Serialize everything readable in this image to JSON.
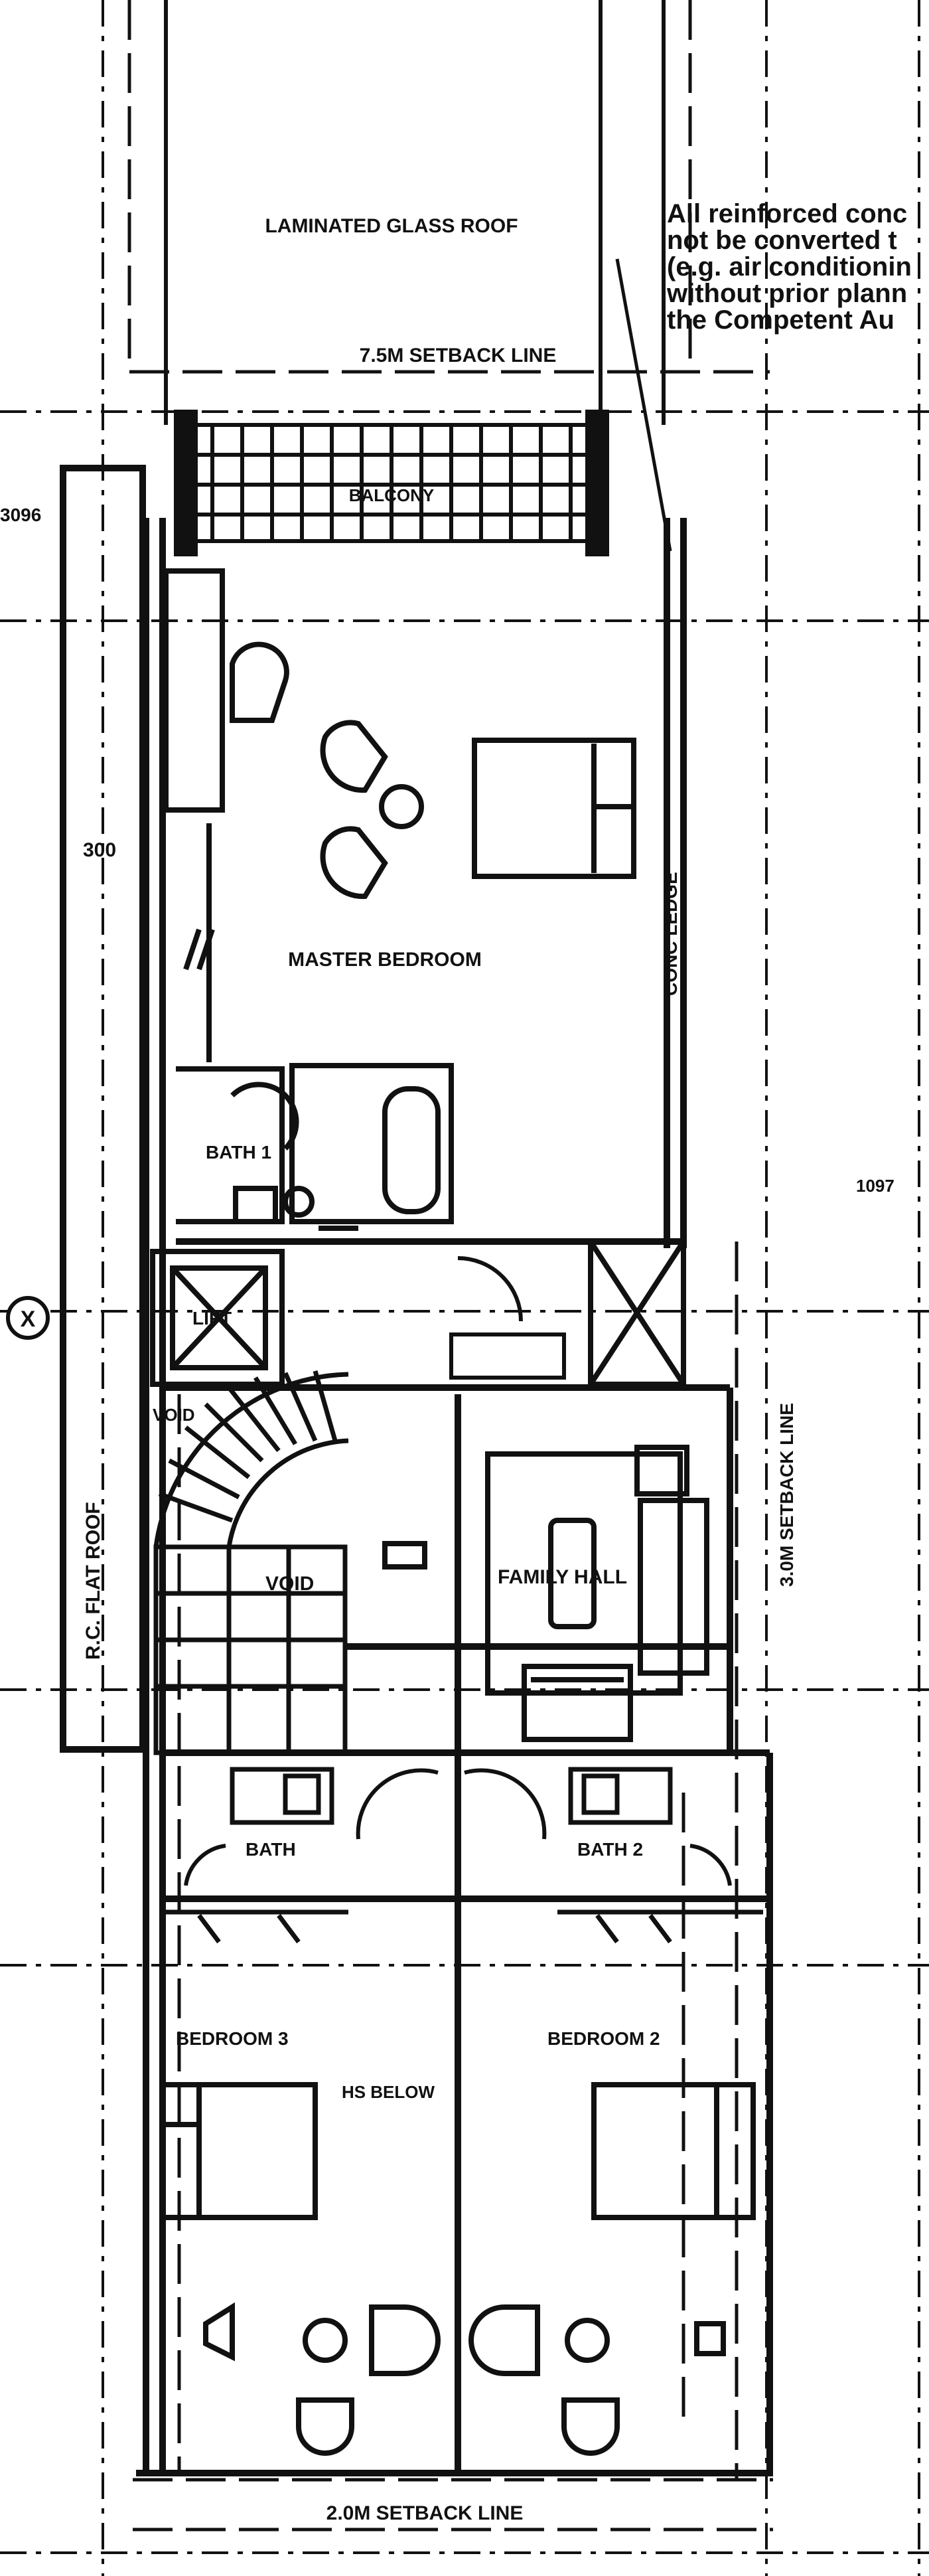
{
  "drawing": {
    "note_lines": [
      "All reinforced conc",
      "not be converted t",
      "(e.g. air conditionin",
      "without prior plann",
      "the Competent Au"
    ],
    "labels": {
      "glass_roof": "LAMINATED GLASS ROOF",
      "setback_top": "7.5M SETBACK LINE",
      "balcony": "BALCONY",
      "master_bedroom": "MASTER BEDROOM",
      "conc_ledge": "CONC LEDGE",
      "bath1": "BATH 1",
      "lift": "LIFT",
      "void_stair": "VOID",
      "void_main": "VOID",
      "family_hall": "FAMILY HALL",
      "setback_right": "3.0M SETBACK LINE",
      "flat_roof": "R.C. FLAT ROOF",
      "bath3": "BATH",
      "bath2": "BATH 2",
      "bedroom3": "BEDROOM 3",
      "bedroom2": "BEDROOM 2",
      "hs_below": "HS BELOW",
      "setback_bottom": "2.0M SETBACK LINE",
      "dim_left": "3096",
      "dim_300": "300",
      "dim_right": "1097",
      "grid_marker": "X"
    }
  }
}
